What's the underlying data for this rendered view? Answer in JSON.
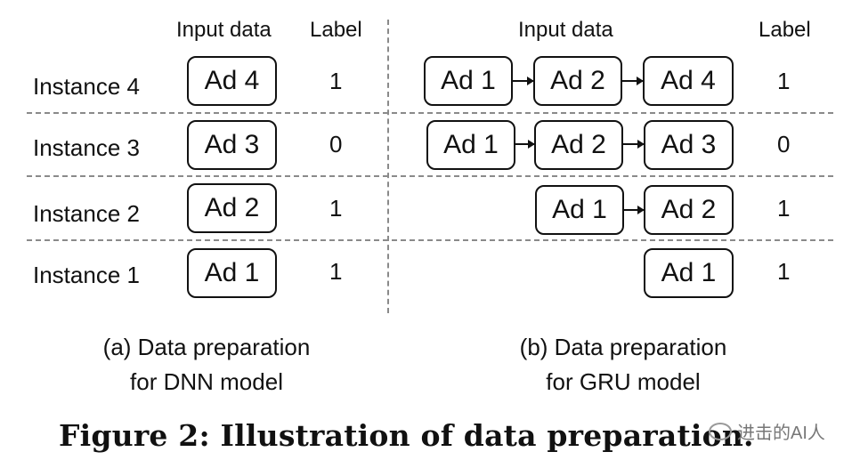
{
  "headers": {
    "left_input": "Input data",
    "left_label": "Label",
    "right_input": "Input data",
    "right_label": "Label"
  },
  "instances": [
    {
      "name": "Instance 4",
      "dnn_box": "Ad 4",
      "dnn_label": "1",
      "gru_seq": [
        "Ad 1",
        "Ad 2",
        "Ad 4"
      ],
      "gru_label": "1"
    },
    {
      "name": "Instance 3",
      "dnn_box": "Ad 3",
      "dnn_label": "0",
      "gru_seq": [
        "Ad 1",
        "Ad 2",
        "Ad 3"
      ],
      "gru_label": "0"
    },
    {
      "name": "Instance 2",
      "dnn_box": "Ad 2",
      "dnn_label": "1",
      "gru_seq": [
        "Ad 1",
        "Ad 2"
      ],
      "gru_label": "1"
    },
    {
      "name": "Instance 1",
      "dnn_box": "Ad 1",
      "dnn_label": "1",
      "gru_seq": [
        "Ad 1"
      ],
      "gru_label": "1"
    }
  ],
  "captions": {
    "a_line1": "(a) Data preparation",
    "a_line2": "for DNN model",
    "b_line1": "(b) Data preparation",
    "b_line2": "for GRU model"
  },
  "figure_title": "Figure 2: Illustration of data preparation.",
  "watermark": "进击的AI人",
  "icons": {
    "watermark": "wechat-icon"
  }
}
